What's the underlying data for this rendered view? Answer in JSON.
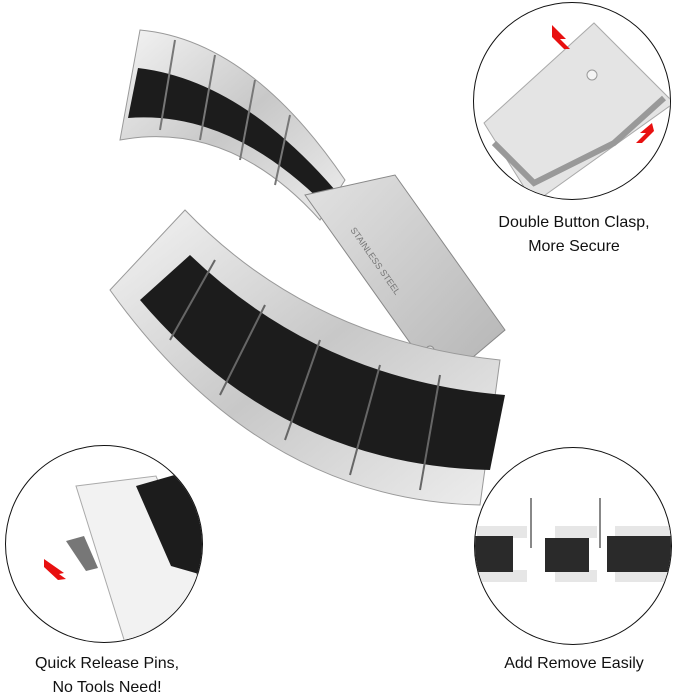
{
  "product": {
    "main_image": "stainless-steel-two-tone-watch-band",
    "clasp_engraving": "STAINLESS STEEL",
    "colors": {
      "silver": "#d8d8d8",
      "black": "#1c1c1c",
      "arrow": "#e81010",
      "circle_border": "#111111"
    }
  },
  "callouts": [
    {
      "id": "clasp",
      "lines": [
        "Double  Button Clasp,",
        "More Secure"
      ]
    },
    {
      "id": "pins",
      "lines": [
        "Quick Release Pins,",
        "No Tools Need!"
      ]
    },
    {
      "id": "links",
      "lines": [
        "Add Remove Easily"
      ]
    }
  ]
}
